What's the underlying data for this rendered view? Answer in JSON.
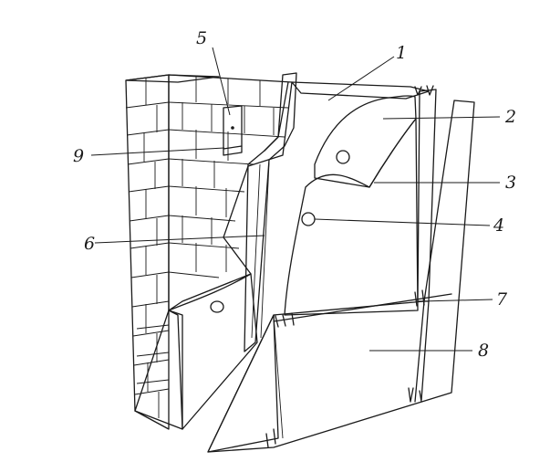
{
  "diagram": {
    "callouts": [
      {
        "id": "1",
        "text": "1"
      },
      {
        "id": "2",
        "text": "2"
      },
      {
        "id": "3",
        "text": "3"
      },
      {
        "id": "4",
        "text": "4"
      },
      {
        "id": "5",
        "text": "5"
      },
      {
        "id": "6",
        "text": "6"
      },
      {
        "id": "7",
        "text": "7"
      },
      {
        "id": "8",
        "text": "8"
      },
      {
        "id": "9",
        "text": "9"
      }
    ]
  },
  "colors": {
    "ink": "#1a1a1a",
    "background": "#ffffff",
    "panel_face": "#fbfbfb"
  }
}
